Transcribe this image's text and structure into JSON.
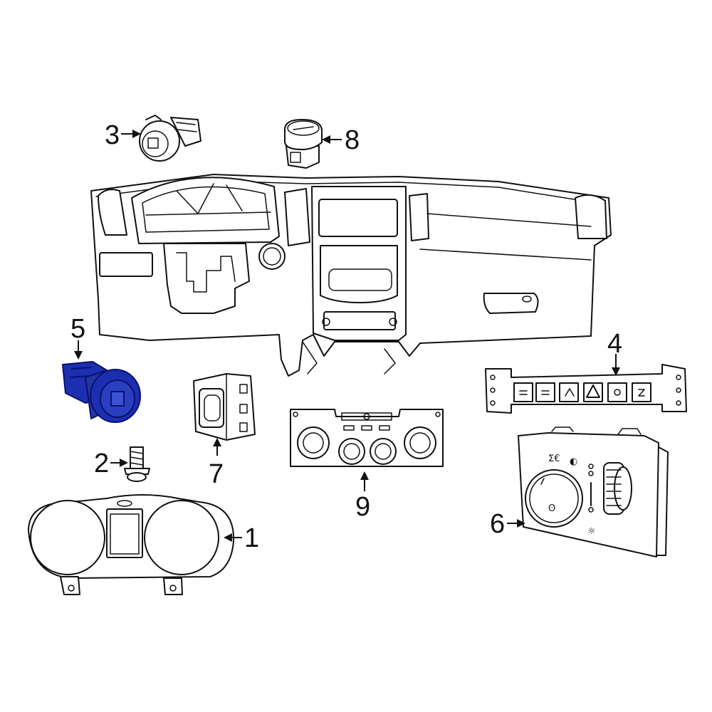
{
  "callouts": [
    {
      "id": "1",
      "label": "1"
    },
    {
      "id": "2",
      "label": "2"
    },
    {
      "id": "3",
      "label": "3"
    },
    {
      "id": "4",
      "label": "4"
    },
    {
      "id": "5",
      "label": "5"
    },
    {
      "id": "6",
      "label": "6"
    },
    {
      "id": "7",
      "label": "7"
    },
    {
      "id": "8",
      "label": "8"
    },
    {
      "id": "9",
      "label": "9"
    }
  ],
  "highlight_color": "#1c2fb0",
  "highlighted_part": "5",
  "icons": {
    "dashboard": "instrument-panel-icon",
    "cluster": "instrument-cluster-icon",
    "screw": "screw-icon",
    "ignition": "ignition-switch-icon",
    "hazard_panel": "switch-panel-icon",
    "knob_switch": "rotary-switch-icon",
    "headlamp": "headlamp-switch-icon",
    "window_switch": "window-switch-icon",
    "push_switch": "push-switch-icon",
    "climate": "climate-control-icon"
  }
}
